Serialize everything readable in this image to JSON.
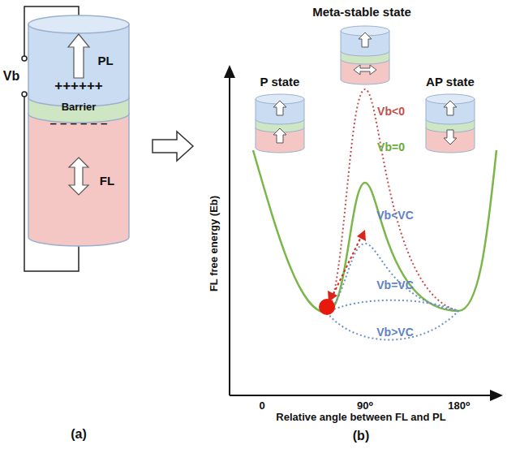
{
  "diagram": {
    "nodes": [
      {
        "text": [
          "PL"
        ]
      },
      {
        "text": [
          "Barrier"
        ]
      },
      {
        "text": [
          "FL"
        ]
      },
      {
        "text": [
          "P state"
        ]
      },
      {
        "text": [
          "Meta-stable state"
        ]
      },
      {
        "text": [
          "AP state"
        ]
      }
    ],
    "labels": [
      "Vb",
      "++++++",
      "– – – – – –",
      "(a)",
      "Vb<0",
      "Vb=0",
      "Vb<VC",
      "Vb=VC",
      "Vb>VC",
      "FL free energy (Eb)",
      "0",
      "90⁰",
      "180⁰",
      "Relative angle between FL and PL",
      "(b)"
    ]
  }
}
